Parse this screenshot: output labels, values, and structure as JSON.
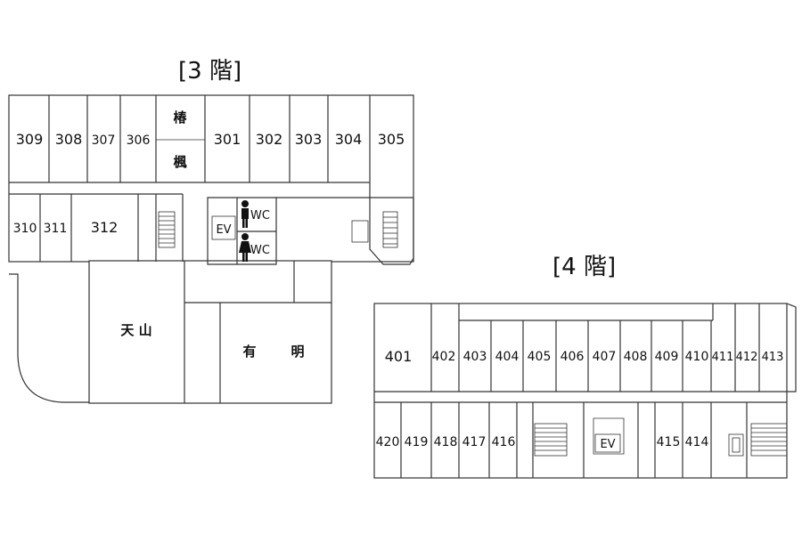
{
  "floor3": {
    "title": "[3 階]",
    "rooms_top_left": [
      "309",
      "308",
      "307",
      "306"
    ],
    "room_tsubaki": "椿",
    "room_kaede": "楓",
    "rooms_top_right": [
      "301",
      "302",
      "303",
      "304",
      "305"
    ],
    "rooms_mid_left": [
      "310",
      "311",
      "312"
    ],
    "elevator": "EV",
    "wc_men": "WC",
    "wc_women": "WC",
    "hall_tenzan": "天 山",
    "hall_ariake_1": "有",
    "hall_ariake_2": "明"
  },
  "floor4": {
    "title": "[4 階]",
    "rooms_top": [
      "401",
      "402",
      "403",
      "404",
      "405",
      "406",
      "407",
      "408",
      "409",
      "410",
      "411",
      "412",
      "413"
    ],
    "rooms_bottom_left": [
      "420",
      "419",
      "418",
      "417",
      "416"
    ],
    "elevator": "EV",
    "rooms_bottom_right": [
      "415",
      "414"
    ]
  }
}
